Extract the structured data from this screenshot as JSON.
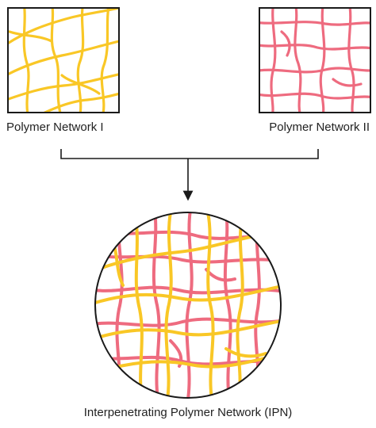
{
  "labels": {
    "network_one": "Polymer Network I",
    "network_two": "Polymer Network II",
    "combined": "Interpenetrating Polymer Network (IPN)"
  },
  "colors": {
    "network_one": "#f9c726",
    "network_two": "#ee6b7f",
    "frame": "#1a1a1a",
    "text": "#222222"
  }
}
